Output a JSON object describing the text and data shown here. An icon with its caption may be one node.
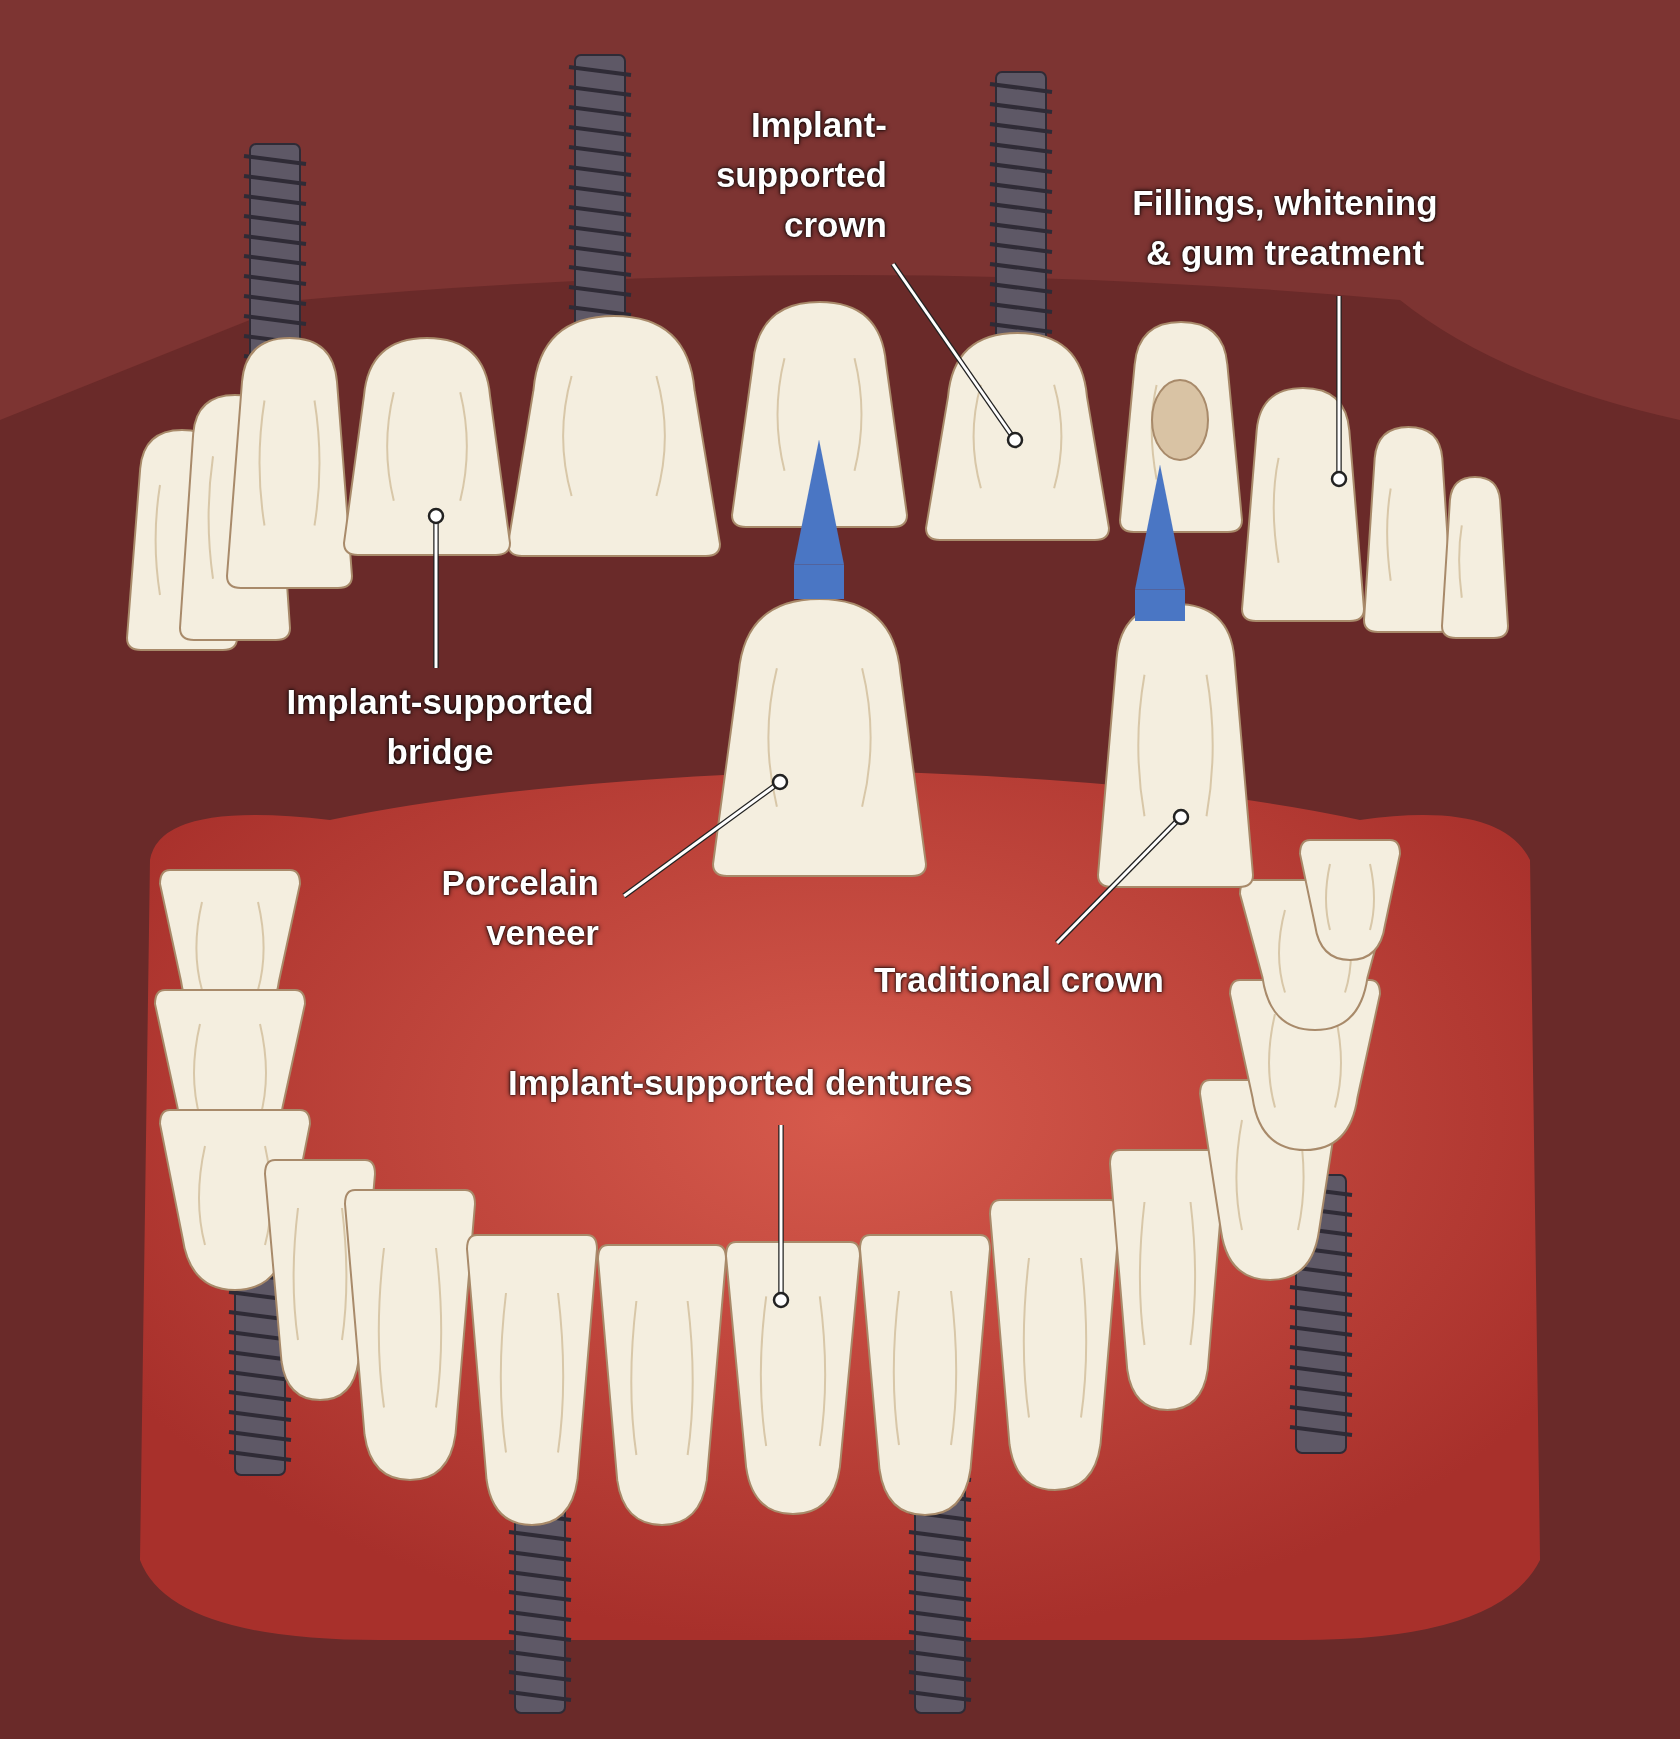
{
  "diagram": {
    "nodes": [
      {
        "text": [
          "Implant-supported crown"
        ]
      },
      {
        "text": [
          "Fillings, whitening & gum treatment"
        ]
      },
      {
        "text": [
          "Implant-supported bridge"
        ]
      },
      {
        "text": [
          "Porcelain veneer"
        ]
      },
      {
        "text": [
          "Traditional crown"
        ]
      },
      {
        "text": [
          "Implant-supported dentures"
        ]
      },
      {
        "text": [],
        "shape": "picture"
      },
      {
        "text": [],
        "shape": "picture"
      },
      {
        "text": [],
        "shape": "picture"
      },
      {
        "text": [],
        "shape": "picture"
      },
      {
        "text": [],
        "shape": "picture"
      },
      {
        "text": [],
        "shape": "picture"
      },
      {
        "text": [],
        "shape": "picture"
      }
    ],
    "edges": [
      {
        "from": 0,
        "to": 6,
        "arrow": "other"
      },
      {
        "from": 1,
        "to": 7,
        "arrow": "other"
      },
      {
        "from": 2,
        "to": 8,
        "arrow": "other"
      },
      {
        "from": 3,
        "to": 9,
        "arrow": "other"
      },
      {
        "from": 4,
        "to": 10,
        "arrow": "other"
      },
      {
        "from": 5,
        "to": 11,
        "arrow": "other"
      },
      {
        "from": 9,
        "to": 12,
        "arrow": "to",
        "style": "thick",
        "color": "#4a76c4"
      },
      {
        "from": 10,
        "to": 7,
        "arrow": "to",
        "style": "thick",
        "color": "#4a76c4"
      }
    ]
  }
}
